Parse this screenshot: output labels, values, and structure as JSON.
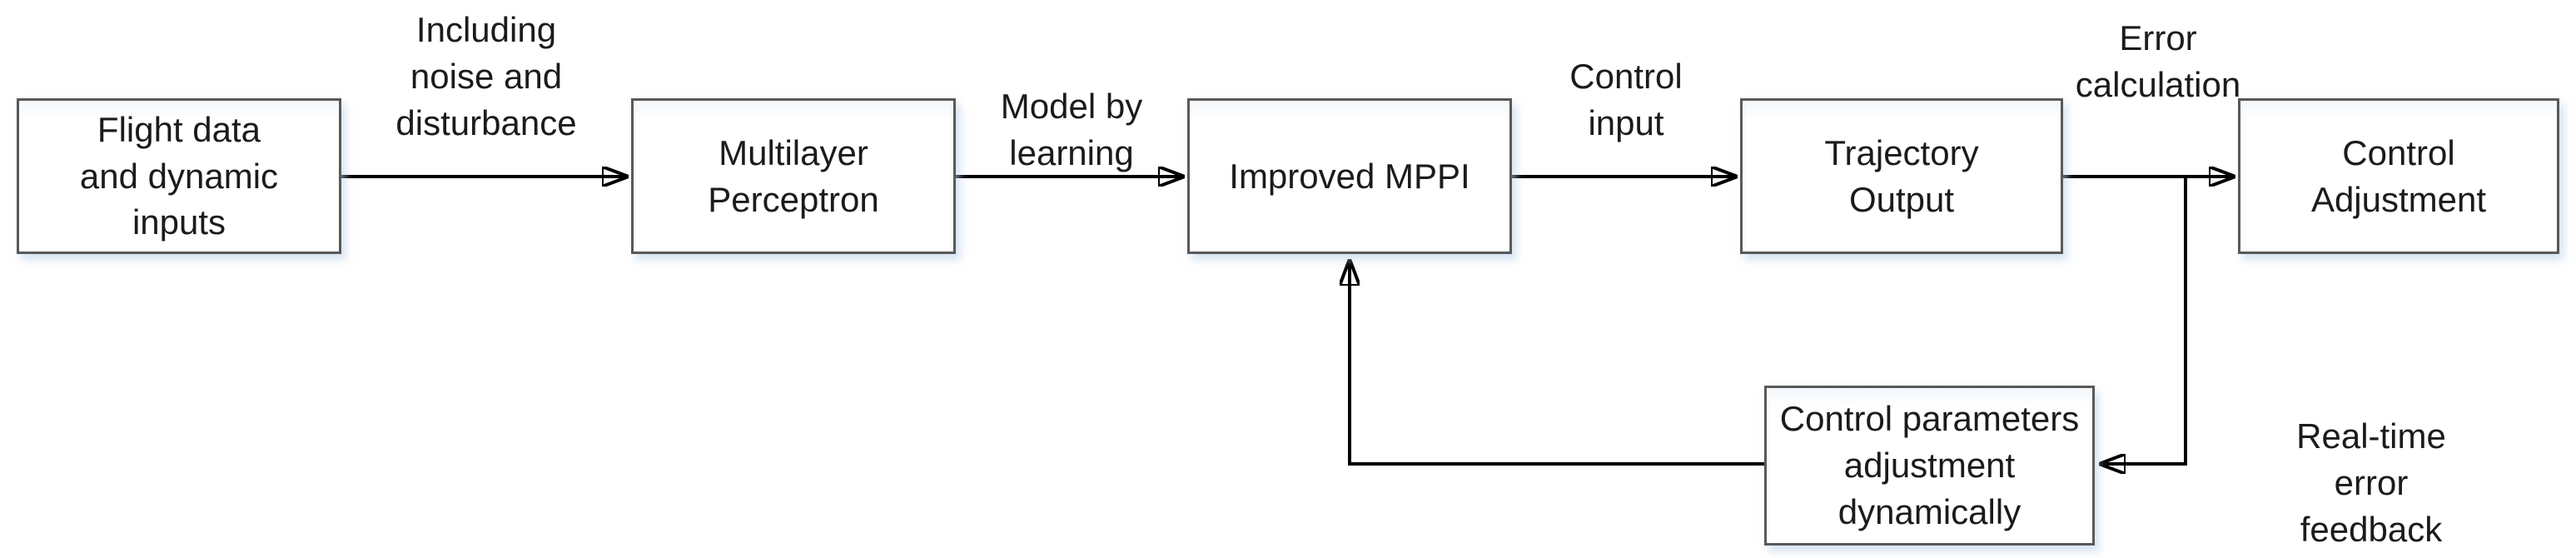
{
  "colors": {
    "background": "#ffffff",
    "box_fill": "#ffffff",
    "box_border": "#595959",
    "line": "#000000",
    "text": "#1b1b1b"
  },
  "nodes": {
    "flight_data": {
      "label": "Flight data\nand dynamic\ninputs"
    },
    "mlp": {
      "label": "Multilayer\nPerceptron"
    },
    "improved_mppi": {
      "label": "Improved MPPI"
    },
    "trajectory_output": {
      "label": "Trajectory\nOutput"
    },
    "control_adjustment": {
      "label": "Control\nAdjustment"
    },
    "control_params": {
      "label": "Control parameters\nadjustment\ndynamically"
    }
  },
  "edge_labels": {
    "noise": {
      "text": "Including\nnoise and\ndisturbance"
    },
    "model_learning": {
      "text": "Model by\nlearning"
    },
    "control_input": {
      "text": "Control\ninput"
    },
    "error_calculation": {
      "text": "Error\ncalculation"
    },
    "realtime_feedback": {
      "text": "Real-time error\nfeedback"
    }
  }
}
